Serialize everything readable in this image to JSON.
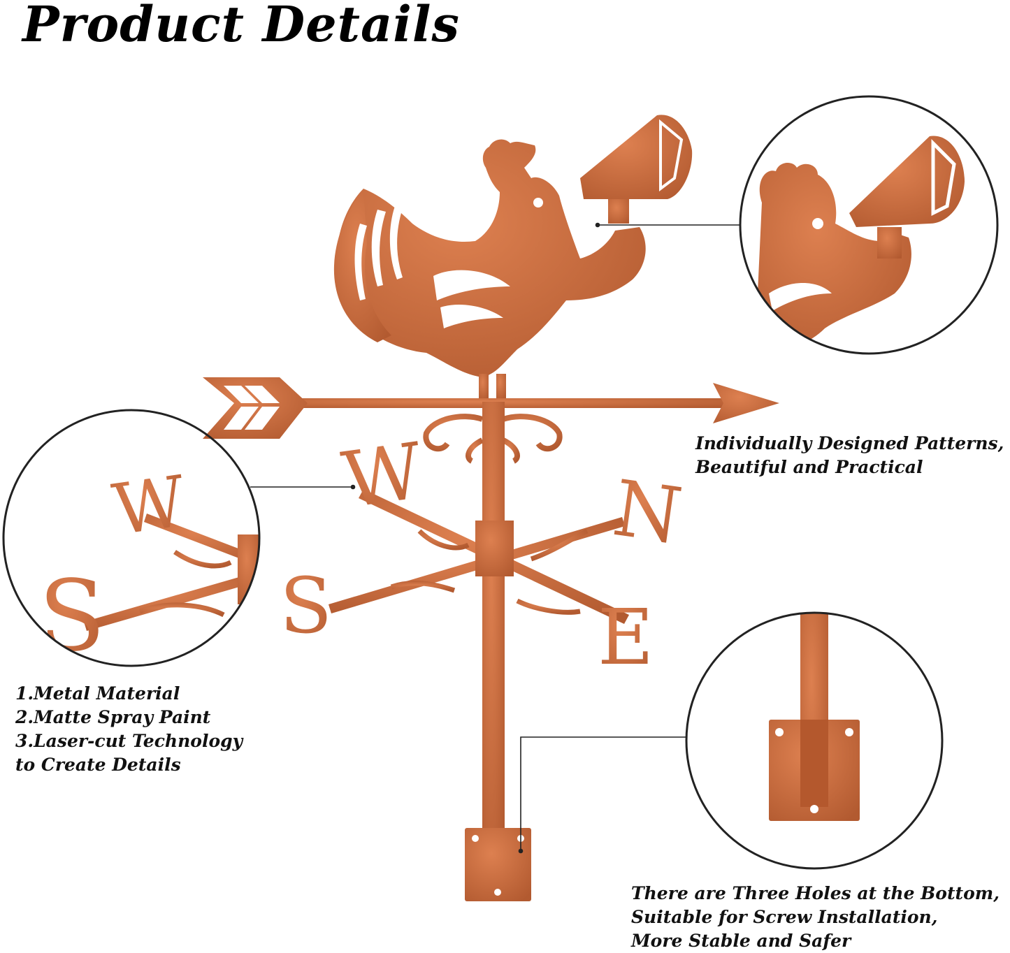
{
  "title": "Product Details",
  "captions": {
    "patterns": [
      "Individually Designed Patterns,",
      "Beautiful and Practical"
    ],
    "materials": [
      "1.Metal Material",
      "2.Matte Spray Paint",
      "3.Laser-cut Technology",
      "to Create Details"
    ],
    "holes": [
      "There are Three Holes at the Bottom,",
      "Suitable for Screw Installation,",
      "More Stable and Safer"
    ]
  },
  "compass": {
    "w": "W",
    "s": "S",
    "n": "N",
    "e": "E"
  },
  "colors": {
    "copper": "#c8693a",
    "copper_dark": "#9c4a22",
    "line": "#222222"
  }
}
